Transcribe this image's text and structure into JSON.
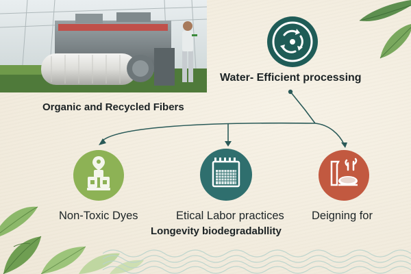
{
  "diagram": {
    "photo_icon": "textile-machine-photo",
    "nodes": {
      "fibers": {
        "label": "Organic and Recycled Fibers"
      },
      "water": {
        "label": "Water- Efficient processing",
        "icon": "recycle-cycle-icon",
        "color": "#1f5c57"
      },
      "dyes": {
        "label": "Non-Toxic Dyes",
        "icon": "dye-jars-icon",
        "color": "#8db255"
      },
      "ethical": {
        "label": "Etical Labor practices",
        "icon": "grid-tank-icon",
        "color": "#2f6f6e"
      },
      "design": {
        "label": "Deigning for",
        "icon": "beaker-sprout-icon",
        "color": "#c25940"
      },
      "longevity": {
        "label": "Longevity biodegradabllity"
      }
    },
    "colors": {
      "background": "#f3ede0",
      "connector": "#2a5a58",
      "leaf": "#7ea85c"
    }
  }
}
